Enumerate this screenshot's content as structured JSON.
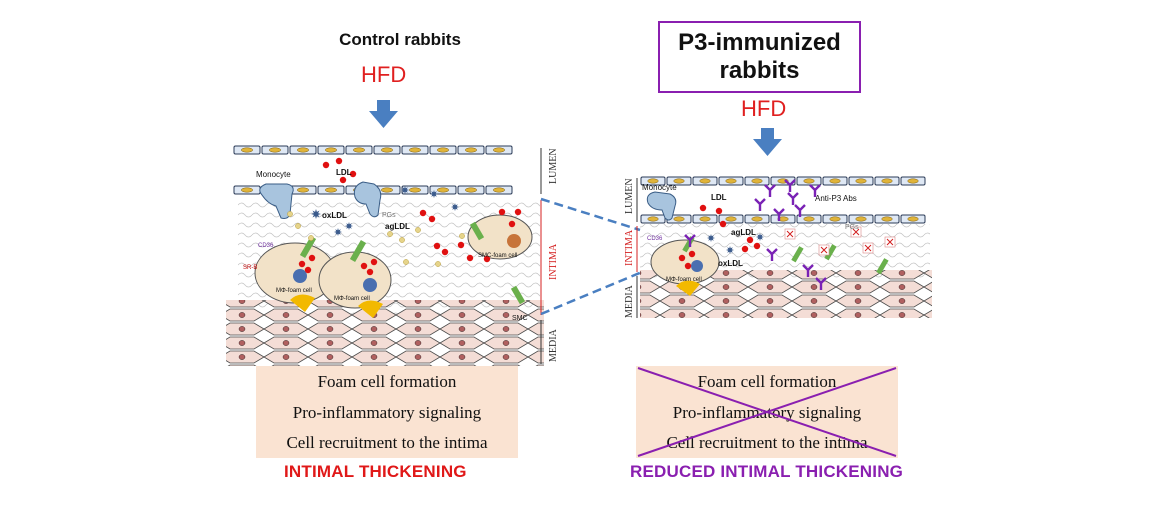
{
  "left_panel": {
    "title": "Control rabbits",
    "hfd": "HFD",
    "labels": {
      "monocyte": "Monocyte",
      "ldl": "LDL",
      "oxldl": "oxLDL",
      "agldl": "agLDL",
      "pg": "PGs",
      "cd36": "CD36",
      "srb": "SR-B",
      "mfoam1": "MΦ-foam cell",
      "mfoam2": "MΦ-foam cell",
      "smcfoam": "SMC-foam cell",
      "smc": "SMC"
    },
    "layers": {
      "lumen": "LUMEN",
      "intima": "INTIMA",
      "media": "MEDIA"
    },
    "outcomes": [
      "Foam cell formation",
      "Pro-inflammatory signaling",
      "Cell recruitment to the intima"
    ],
    "result": "INTIMAL THICKENING"
  },
  "right_panel": {
    "title_line1": "P3-immunized",
    "title_line2": "rabbits",
    "hfd": "HFD",
    "labels": {
      "monocyte": "Monocyte",
      "ldl": "LDL",
      "anti_p3": "Anti-P3 Abs",
      "agldl": "agLDL",
      "oxldl": "oxLDL",
      "pg": "PGs",
      "cd36": "CD36",
      "mfoam": "MΦ-foam cell"
    },
    "layers": {
      "lumen": "LUMEN",
      "intima": "INTIMA",
      "media": "MEDIA"
    },
    "outcomes": [
      "Foam cell formation",
      "Pro-inflammatory signaling",
      "Cell recruitment to the intima"
    ],
    "result": "REDUCED INTIMAL THICKENING"
  },
  "colors": {
    "hfd": "#e02020",
    "arrow": "#4a7fc1",
    "p3_box": "#8a1fb0",
    "outcome_bg": "#fae3d2",
    "result_left": "#e01818",
    "result_right": "#8a1fb0",
    "ldl": "#e01010",
    "antibody": "#7a22b5"
  }
}
